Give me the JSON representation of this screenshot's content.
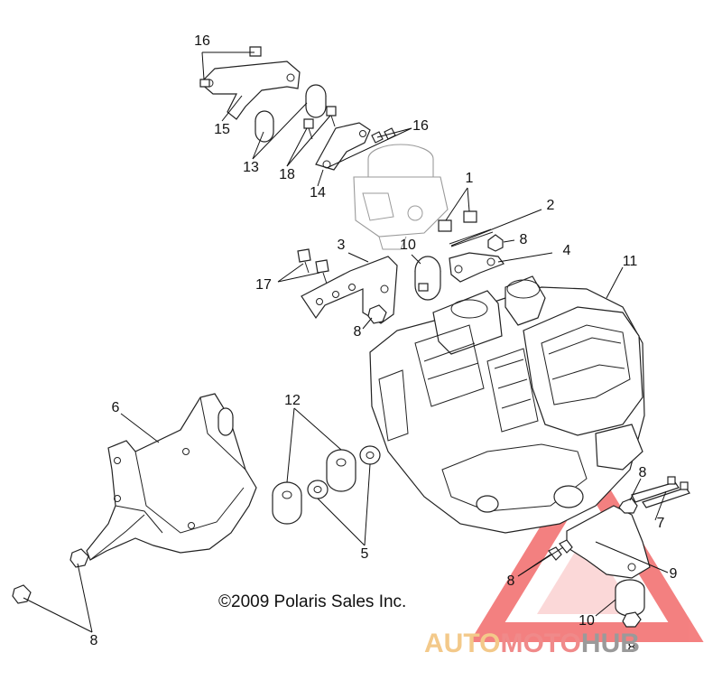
{
  "copyright": "©2009 Polaris Sales Inc.",
  "watermark": {
    "part1": "AUTO",
    "part2": "MOTO",
    "part3": "HUB",
    "color_part1": "#f3c98a",
    "color_part2": "#f08a8a",
    "color_part3": "#9a9a9a",
    "triangle_color": "#f26b6b"
  },
  "callouts": [
    {
      "id": "c16a",
      "label": "16"
    },
    {
      "id": "c15",
      "label": "15"
    },
    {
      "id": "c13",
      "label": "13"
    },
    {
      "id": "c18",
      "label": "18"
    },
    {
      "id": "c14",
      "label": "14"
    },
    {
      "id": "c16b",
      "label": "16"
    },
    {
      "id": "c1",
      "label": "1"
    },
    {
      "id": "c2",
      "label": "2"
    },
    {
      "id": "c8a",
      "label": "8"
    },
    {
      "id": "c4",
      "label": "4"
    },
    {
      "id": "c3",
      "label": "3"
    },
    {
      "id": "c10a",
      "label": "10"
    },
    {
      "id": "c17",
      "label": "17"
    },
    {
      "id": "c8b",
      "label": "8"
    },
    {
      "id": "c11",
      "label": "11"
    },
    {
      "id": "c6",
      "label": "6"
    },
    {
      "id": "c12",
      "label": "12"
    },
    {
      "id": "c5",
      "label": "5"
    },
    {
      "id": "c8c",
      "label": "8"
    },
    {
      "id": "c7",
      "label": "7"
    },
    {
      "id": "c8d",
      "label": "8"
    },
    {
      "id": "c9",
      "label": "9"
    },
    {
      "id": "c10b",
      "label": "10"
    },
    {
      "id": "c8e",
      "label": "8"
    },
    {
      "id": "c8f",
      "label": "8"
    }
  ]
}
